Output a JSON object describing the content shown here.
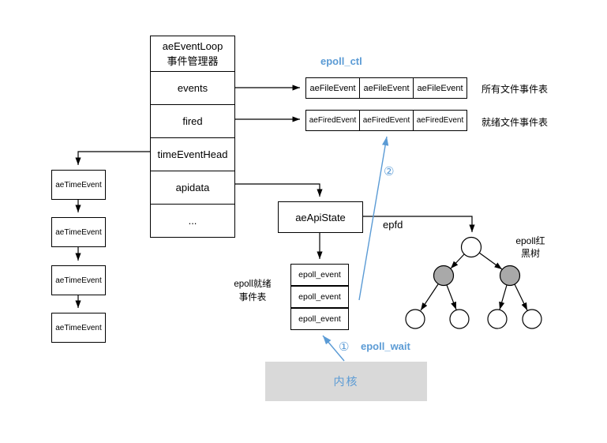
{
  "colors": {
    "accent_blue": "#5B9BD5",
    "node_gray": "#A9A9A9",
    "kernel_bg": "#D9D9D9",
    "line_black": "#000000"
  },
  "event_loop": {
    "header_line1": "aeEventLoop",
    "header_line2": "事件管理器",
    "rows": [
      "events",
      "fired",
      "timeEventHead",
      "apidata",
      "..."
    ]
  },
  "file_events": {
    "cells": [
      "aeFileEvent",
      "aeFileEvent",
      "aeFileEvent"
    ],
    "label": "所有文件事件表"
  },
  "fired_events": {
    "cells": [
      "aeFiredEvent",
      "aeFiredEvent",
      "aeFiredEvent"
    ],
    "label": "就绪文件事件表"
  },
  "time_events": [
    "aeTimeEvent",
    "aeTimeEvent",
    "aeTimeEvent",
    "aeTimeEvent"
  ],
  "api_state": {
    "label": "aeApiState",
    "epfd_label": "epfd"
  },
  "epoll_events": {
    "cells": [
      "epoll_event",
      "epoll_event",
      "epoll_event"
    ],
    "label_line1": "epoll就绪",
    "label_line2": "事件表"
  },
  "rbtree": {
    "label_line1": "epoll红",
    "label_line2": "黑树"
  },
  "annotations": {
    "epoll_ctl": "epoll_ctl",
    "epoll_wait": "epoll_wait",
    "step1": "①",
    "step2": "②"
  },
  "kernel": {
    "label": "内核"
  }
}
